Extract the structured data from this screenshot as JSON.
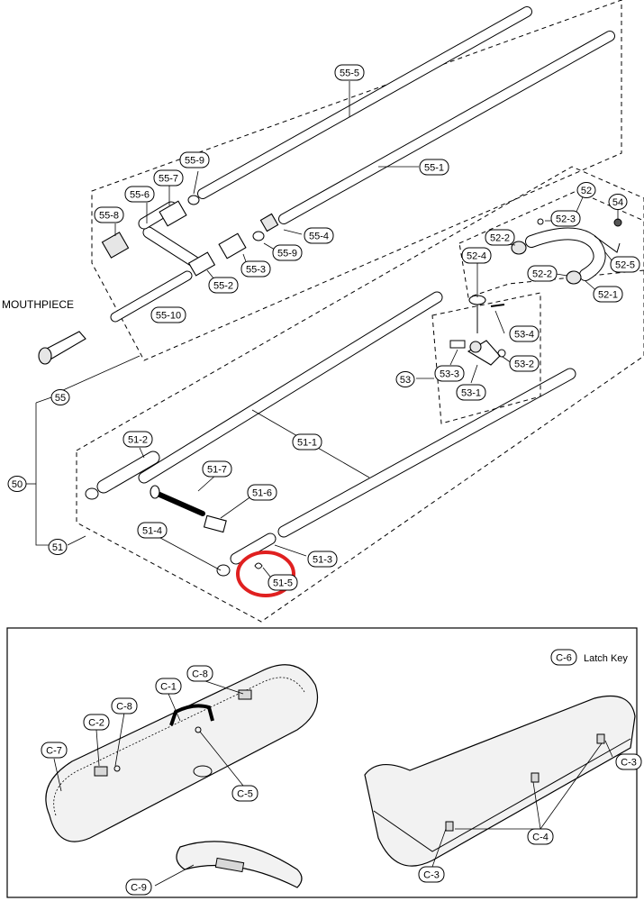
{
  "labels": {
    "p55_5": "55-5",
    "p55_1": "55-1",
    "p55_9a": "55-9",
    "p55_7": "55-7",
    "p55_6": "55-6",
    "p55_8": "55-8",
    "p55_4": "55-4",
    "p55_9b": "55-9",
    "p55_3": "55-3",
    "p55_2": "55-2",
    "p55_10": "55-10",
    "p55": "55",
    "p50": "50",
    "p51": "51",
    "p52": "52",
    "p54": "54",
    "p52_3": "52-3",
    "p52_2a": "52-2",
    "p52_4": "52-4",
    "p52_5": "52-5",
    "p52_2b": "52-2",
    "p52_1": "52-1",
    "p53_4": "53-4",
    "p53": "53",
    "p53_3": "53-3",
    "p53_2": "53-2",
    "p53_1": "53-1",
    "p51_1": "51-1",
    "p51_2": "51-2",
    "p51_7": "51-7",
    "p51_6": "51-6",
    "p51_4": "51-4",
    "p51_3": "51-3",
    "p51_5": "51-5",
    "c6": "C-6",
    "c1": "C-1",
    "c8a": "C-8",
    "c8b": "C-8",
    "c2": "C-2",
    "c7": "C-7",
    "c5": "C-5",
    "c9": "C-9",
    "c3a": "C-3",
    "c3b": "C-3",
    "c4": "C-4"
  },
  "text": {
    "mouthpiece": "MOUTHPIECE",
    "latch_key": "Latch Key"
  },
  "highlight_color": "#e02020"
}
